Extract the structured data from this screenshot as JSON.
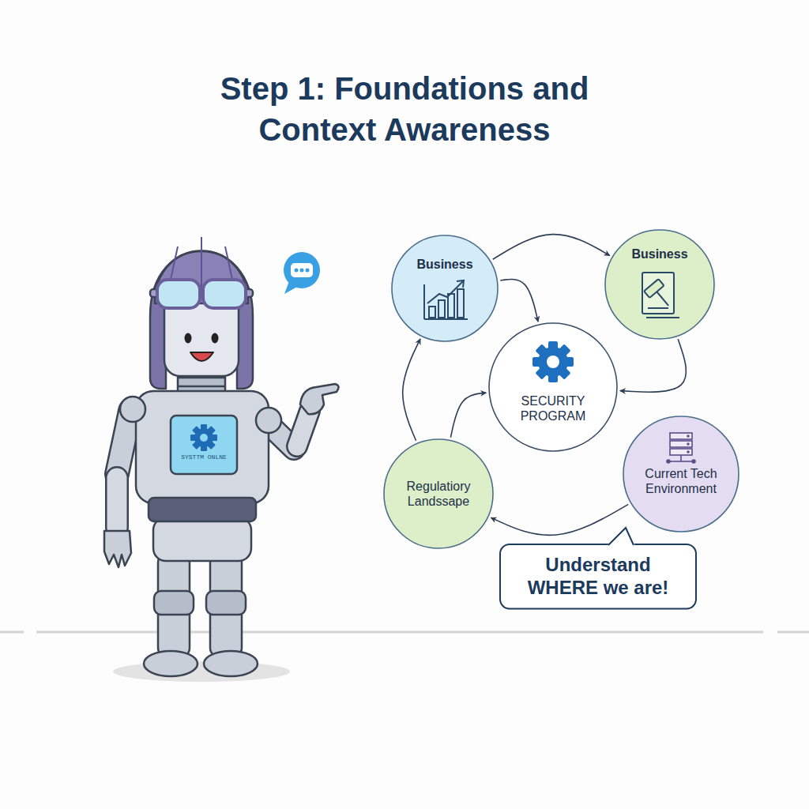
{
  "diagram": {
    "title": "Step 1: Foundations and Context Awareness",
    "nodes": [
      {
        "text": [
          "Business"
        ]
      },
      {
        "text": [
          "Business"
        ]
      },
      {
        "text": [
          "SECURITY PROGRAM"
        ]
      },
      {
        "text": [
          "Regulatiory Landssape"
        ]
      },
      {
        "text": [
          "Current Tech Environment"
        ]
      },
      {
        "text": [
          "Understand WHERE we are!"
        ]
      }
    ],
    "edges": [
      {
        "from": 0,
        "to": 1,
        "arrow": "to"
      },
      {
        "from": 0,
        "to": 2,
        "arrow": "to"
      },
      {
        "from": 1,
        "to": 2,
        "arrow": "to"
      },
      {
        "from": 4,
        "to": 3,
        "arrow": "to"
      },
      {
        "from": 3,
        "to": 0,
        "arrow": "to"
      },
      {
        "from": 3,
        "to": 2,
        "arrow": "to"
      }
    ],
    "labels": [
      "SYSTTM ONLNE"
    ]
  }
}
